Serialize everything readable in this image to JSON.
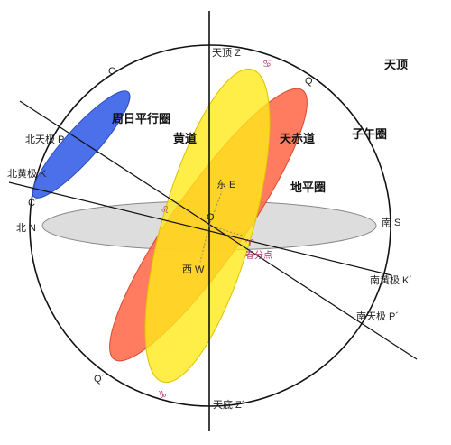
{
  "labels": {
    "zenith": "天顶 Z",
    "nadir": "天底 Z´",
    "north_celestial_pole": "北天极 P",
    "south_celestial_pole": "南天极 P´",
    "north_ecliptic_pole": "北黄极 K",
    "south_ecliptic_pole": "南黄极 K´",
    "north": "北 N",
    "south": "南 S",
    "east": "东 E",
    "west": "西 W",
    "origin": "O",
    "c_top": "C",
    "c_bottom": "C´",
    "q_top": "Q",
    "q_bottom": "Q´",
    "vernal_equinox": "春分点"
  },
  "titles": {
    "celestial_zenith": "天顶",
    "diurnal_circle": "周日平行圈",
    "ecliptic": "黄道",
    "celestial_equator": "天赤道",
    "meridian": "子午圈",
    "horizon": "地平圈"
  },
  "symbols": {
    "cancer": "♋",
    "leo": "♌",
    "aries": "♈",
    "capricorn": "♑"
  },
  "colors": {
    "horizon_fill": "#d9d9d9",
    "equator_fill": "#ff6a4a",
    "ecliptic_fill": "#ffe81a",
    "diurnal_fill": "#3d64e8",
    "symbol_color": "#b0306a"
  }
}
